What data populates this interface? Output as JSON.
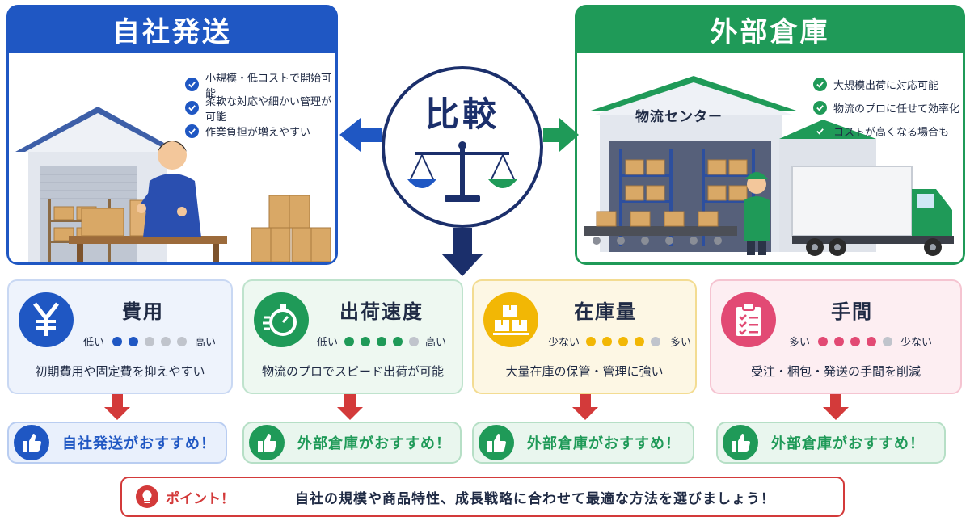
{
  "left_panel": {
    "title": "自社発送",
    "points": [
      "小規模・低コストで開始可能",
      "柔軟な対応や細かい管理が可能",
      "作業負担が増えやすい"
    ]
  },
  "right_panel": {
    "title": "外部倉庫",
    "building_sign": "物流センター",
    "points": [
      "大規模出荷に対応可能",
      "物流のプロに任せて効率化",
      "コストが高くなる場合も"
    ]
  },
  "compare_label": "比較",
  "categories": [
    {
      "title": "費用",
      "icon": "yen-icon",
      "low_label": "低い",
      "high_label": "高い",
      "level": 2,
      "total": 5,
      "description": "初期費用や固定費を抑えやすい",
      "recommendation": "自社発送がおすすめ！",
      "color": "#1f57c3"
    },
    {
      "title": "出荷速度",
      "icon": "stopwatch-icon",
      "low_label": "低い",
      "high_label": "高い",
      "level": 4,
      "total": 5,
      "description": "物流のプロでスピード出荷が可能",
      "recommendation": "外部倉庫がおすすめ！",
      "color": "#1f9a58"
    },
    {
      "title": "在庫量",
      "icon": "boxes-icon",
      "low_label": "少ない",
      "high_label": "多い",
      "level": 4,
      "total": 5,
      "description": "大量在庫の保管・管理に強い",
      "recommendation": "外部倉庫がおすすめ！",
      "color": "#f2b705"
    },
    {
      "title": "手間",
      "icon": "clipboard-icon",
      "low_label": "多い",
      "high_label": "少ない",
      "level": 4,
      "total": 5,
      "description": "受注・梱包・発送の手間を削減",
      "recommendation": "外部倉庫がおすすめ！",
      "color": "#e24a74"
    }
  ],
  "point": {
    "label": "ポイント！",
    "text": "自社の規模や商品特性、成長戦略に合わせて最適な方法を選びましょう！"
  },
  "colors": {
    "blue": "#1f57c3",
    "green": "#1f9a58",
    "yellow": "#f2b705",
    "pink": "#e24a74",
    "red": "#d33a3a",
    "navy": "#1b2f6b"
  }
}
